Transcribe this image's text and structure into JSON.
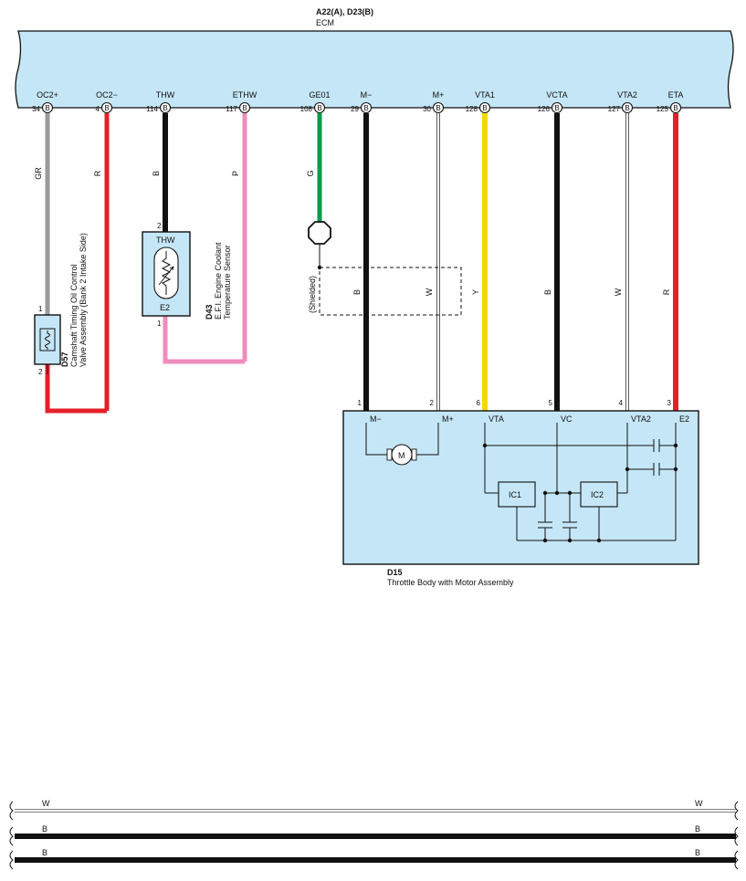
{
  "ecm": {
    "connector_ref": "A22(A), D23(B)",
    "name": "ECM",
    "terminals": [
      {
        "signal": "OC2+",
        "pin": "34",
        "conn": "B",
        "wire_color": "GR",
        "wire_hex": "#9a9a9a"
      },
      {
        "signal": "OC2−",
        "pin": "4",
        "conn": "B",
        "wire_color": "R",
        "wire_hex": "#e3202a"
      },
      {
        "signal": "THW",
        "pin": "114",
        "conn": "B",
        "wire_color": "B",
        "wire_hex": "#111111"
      },
      {
        "signal": "ETHW",
        "pin": "117",
        "conn": "B",
        "wire_color": "P",
        "wire_hex": "#f08cbd"
      },
      {
        "signal": "GE01",
        "pin": "108",
        "conn": "B",
        "wire_color": "G",
        "wire_hex": "#0a9a4a"
      },
      {
        "signal": "M−",
        "pin": "29",
        "conn": "B",
        "wire_color": "B",
        "wire_hex": "#111111"
      },
      {
        "signal": "M+",
        "pin": "30",
        "conn": "B",
        "wire_color": "W",
        "wire_hex": "#ffffff"
      },
      {
        "signal": "VTA1",
        "pin": "128",
        "conn": "B",
        "wire_color": "Y",
        "wire_hex": "#f7d800"
      },
      {
        "signal": "VCTA",
        "pin": "126",
        "conn": "B",
        "wire_color": "B",
        "wire_hex": "#111111"
      },
      {
        "signal": "VTA2",
        "pin": "127",
        "conn": "B",
        "wire_color": "W",
        "wire_hex": "#ffffff"
      },
      {
        "signal": "ETA",
        "pin": "125",
        "conn": "B",
        "wire_color": "R",
        "wire_hex": "#e3202a"
      }
    ]
  },
  "ocv": {
    "code": "D57",
    "name_line1": "Camshaft Timing Oil Control",
    "name_line2": "Valve Assembly (Bank 2 Intake Side)",
    "pin_top": "1",
    "pin_bottom": "2"
  },
  "ects": {
    "code": "D43",
    "name_line1": "E.F.I. Engine Coolant",
    "name_line2": "Temperature Sensor",
    "term_top": "THW",
    "term_bottom": "E2",
    "pin_top": "2",
    "pin_bottom": "1"
  },
  "shield_label": "(Shielded)",
  "throttle": {
    "code": "D15",
    "name": "Throttle Body with Motor Assembly",
    "motor_symbol": "M",
    "ic1": "IC1",
    "ic2": "IC2",
    "terminals": [
      {
        "pin": "1",
        "label": "M−"
      },
      {
        "pin": "2",
        "label": "M+"
      },
      {
        "pin": "6",
        "label": "VTA"
      },
      {
        "pin": "5",
        "label": "VC"
      },
      {
        "pin": "4",
        "label": "VTA2"
      },
      {
        "pin": "3",
        "label": "E2"
      }
    ]
  },
  "bottom_wires": [
    {
      "color": "W",
      "hex": "#ffffff"
    },
    {
      "color": "B",
      "hex": "#111111"
    },
    {
      "color": "B",
      "hex": "#111111"
    }
  ],
  "colors": {
    "component_fill": "#c5e6f6",
    "outline": "#111111"
  }
}
